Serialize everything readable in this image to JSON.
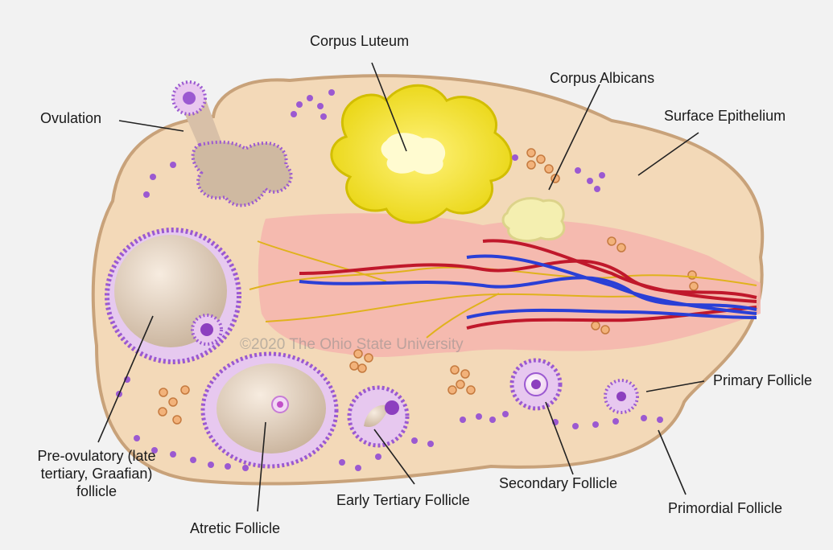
{
  "title": "Corpus Luteum",
  "labels": {
    "corpus_luteum": "Corpus Luteum",
    "corpus_albicans": "Corpus Albicans",
    "ovulation": "Ovulation",
    "surface_epithelium": "Surface Epithelium",
    "primary_follicle": "Primary Follicle",
    "preovulatory_follicle": "Pre-ovulatory (late tertiary, Graafian) follicle",
    "atretic_follicle": "Atretic Follicle",
    "early_tertiary_follicle": "Early Tertiary Follicle",
    "secondary_follicle": "Secondary Follicle",
    "primordial_follicle": "Primordial Follicle"
  },
  "watermark": "©2020 The Ohio State University",
  "colors": {
    "ovary_fill": "#f3d9b8",
    "ovary_edge": "#cfa97e",
    "medulla": "#f3b6ad",
    "corpus_luteum": "#f2e21a",
    "granulosa": "#9b59d1",
    "artery": "#c0182b",
    "vein": "#2a3fd6",
    "nerve": "#e0b21c"
  }
}
